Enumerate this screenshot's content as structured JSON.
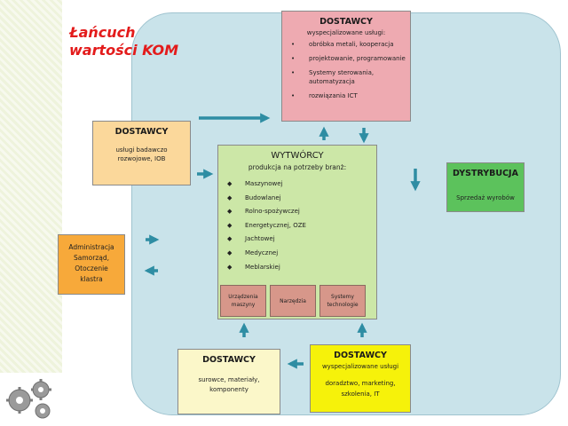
{
  "title": {
    "line1": "Łańcuch",
    "line2": "wartości KOM"
  },
  "top_supplier": {
    "heading": "DOSTAWCY",
    "subheading": "wyspecjalizowane usługi:",
    "items": [
      "obróbka metali, kooperacja",
      "projektowanie, programowanie",
      "Systemy sterowania, automatyzacja",
      "rozwiązania ICT"
    ]
  },
  "research_supplier": {
    "heading": "DOSTAWCY",
    "text": "usługi badawczo rozwojowe, IOB"
  },
  "admin": {
    "text_lines": [
      "Administracja",
      "Samorząd,",
      "Otoczenie",
      "klastra"
    ]
  },
  "producer": {
    "heading": "WYTWÓRCY",
    "subheading": "produkcja na potrzeby branż:",
    "items": [
      "Maszynowej",
      "Budowlanej",
      "Rolno-spożywczej",
      "Energetycznej, OZE",
      "Jachtowej",
      "Medycznej",
      "Meblarskiej"
    ],
    "sub_boxes": [
      "Urządzenia maszyny",
      "Narzędzia",
      "Systemy technologie"
    ]
  },
  "distribution": {
    "heading": "DYSTRYBUCJA",
    "text": "Sprzedaż wyrobów"
  },
  "raw_supplier": {
    "heading": "DOSTAWCY",
    "text": "surowce, materiały, komponenty"
  },
  "services_supplier": {
    "heading": "DOSTAWCY",
    "subheading": "wyspecjalizowane usługi",
    "text": "doradztwo, marketing, szkolenia, IT"
  },
  "colors": {
    "background_panel": "#c9e3ea",
    "top_supplier": "#eeaab1",
    "research": "#fbd89b",
    "admin": "#f7a93a",
    "producer": "#cce7a7",
    "distribution": "#5cc25c",
    "raw": "#fbf7c9",
    "services": "#f6f20a",
    "arrow": "#2e8da3",
    "title": "#e31b1b"
  }
}
